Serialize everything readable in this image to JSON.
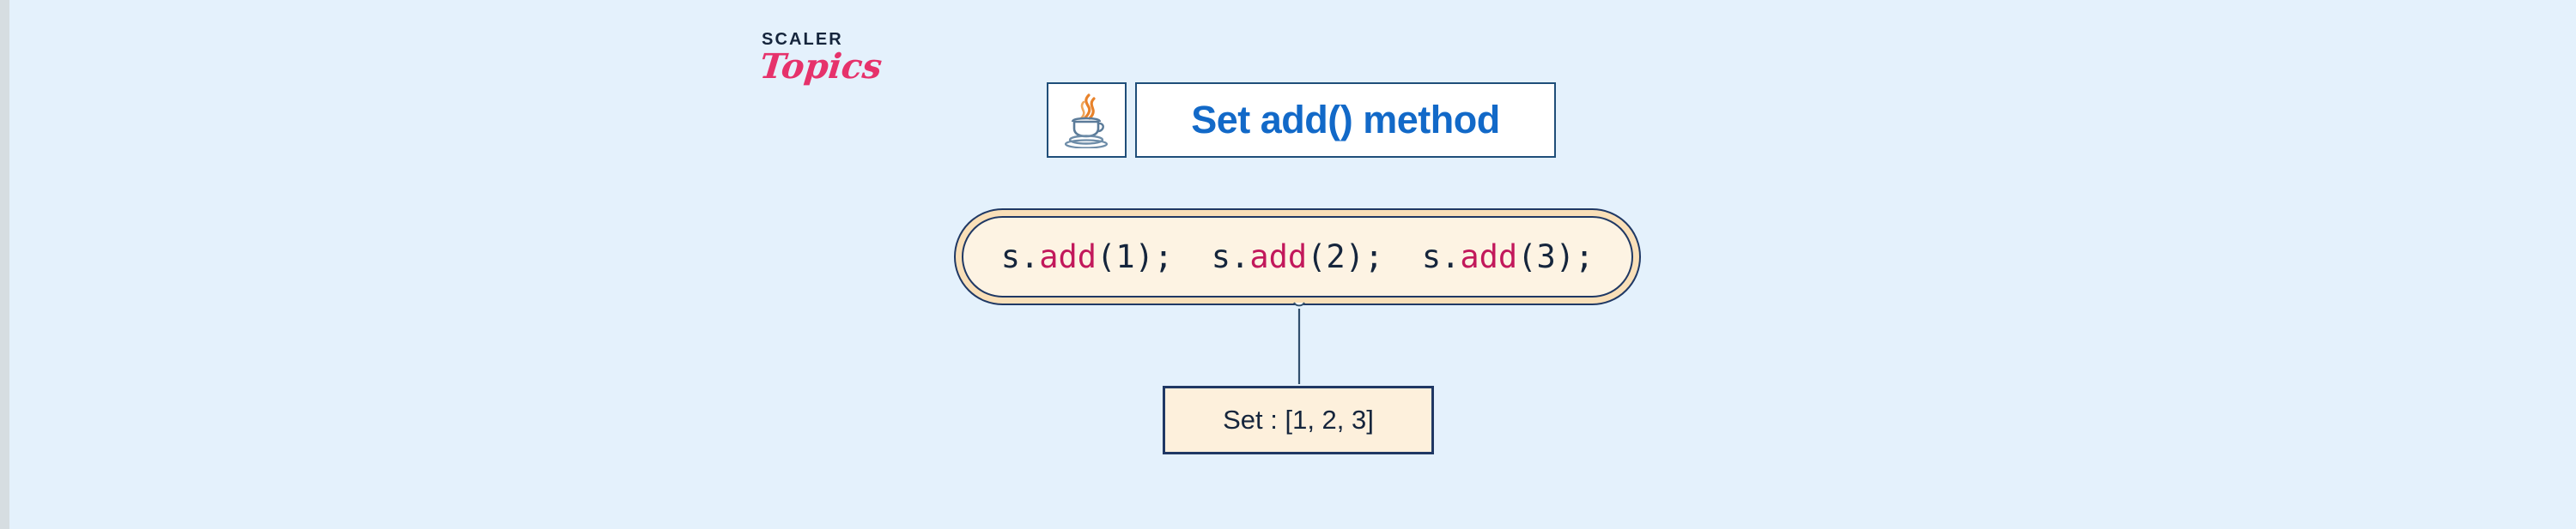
{
  "canvas": {
    "background_color": "#e4f1fc",
    "gutter_color": "#d6dde1"
  },
  "logo": {
    "brand": "SCALER",
    "product": "Topics",
    "brand_color": "#15253c",
    "product_color": "#e6326b"
  },
  "header": {
    "icon": "java-coffee-cup-icon",
    "title": "Set add() method",
    "title_color": "#1269c8",
    "border_color": "#1f4e79"
  },
  "diagram": {
    "type": "flow",
    "code_node": {
      "id": "code-pill",
      "statements": [
        {
          "receiver": "s.",
          "method": "add",
          "args": "(1);"
        },
        {
          "receiver": "s.",
          "method": "add",
          "args": "(2);"
        },
        {
          "receiver": "s.",
          "method": "add",
          "args": "(3);"
        }
      ],
      "full_text": "s.add(1);  s.add(2);  s.add(3);",
      "fill_color": "#fdf3e3",
      "band_color": "#f9dfb8",
      "border_color": "#1f3864",
      "method_color": "#c2185b",
      "text_color": "#15253c"
    },
    "connector": {
      "from": "code-pill",
      "to": "result-box",
      "style": "line-with-socket-ends",
      "color": "#31506e"
    },
    "result_node": {
      "id": "result-box",
      "label": "Set : [1, 2, 3]",
      "set_elements": [
        1,
        2,
        3
      ],
      "fill_color": "#fdf0dc",
      "border_color": "#1f3864",
      "text_color": "#15253c"
    }
  }
}
